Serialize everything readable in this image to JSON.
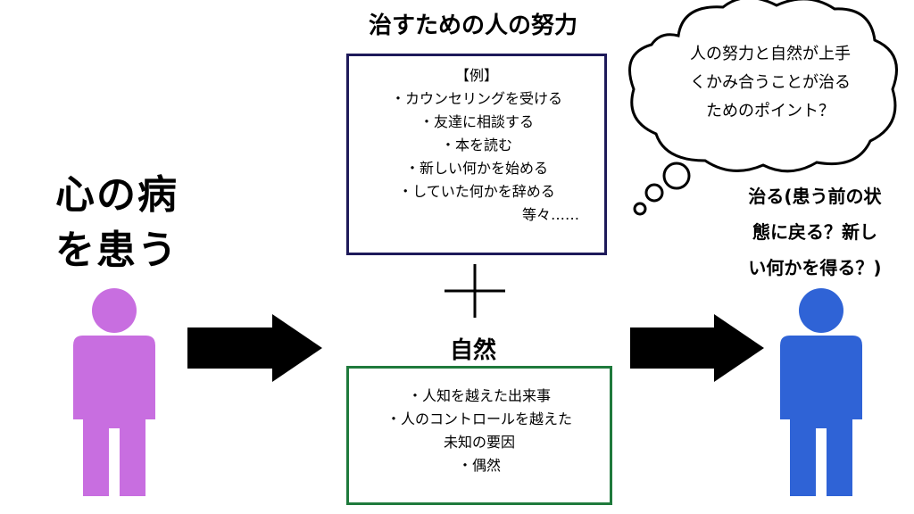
{
  "left": {
    "title_line1": "心の病",
    "title_line2": "を患う"
  },
  "effort": {
    "title": "治すための人の努力",
    "example_label": "【例】",
    "items": [
      "・カウンセリングを受ける",
      "・友達に相談する",
      "・本を読む",
      "・新しい何かを始める",
      "・していた何かを辞める"
    ],
    "etc": "等々‥‥‥"
  },
  "plus": "＋",
  "nature": {
    "title": "自然",
    "items": [
      "・人知を越えた出来事",
      "・人のコントロールを越えた",
      "未知の要因",
      "・偶然"
    ]
  },
  "thought": {
    "lines": [
      "人の努力と自然が上手",
      "くかみ合うことが治る",
      "ためのポイント？"
    ]
  },
  "right": {
    "title_lines": [
      "治る(患う前の状",
      "態に戻る？新し",
      "い何かを得る？)"
    ]
  },
  "colors": {
    "left_person": "#c86ee0",
    "right_person": "#2f63d6",
    "effort_border": "#1e1a5a",
    "nature_border": "#1f7a3c",
    "arrow": "#000000"
  }
}
